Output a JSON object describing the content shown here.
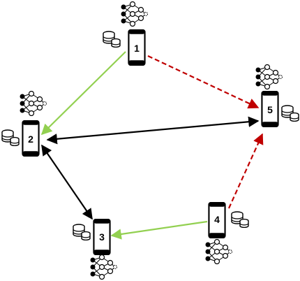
{
  "nodes": [
    {
      "id": "1",
      "label": "1"
    },
    {
      "id": "2",
      "label": "2"
    },
    {
      "id": "3",
      "label": "3"
    },
    {
      "id": "4",
      "label": "4"
    },
    {
      "id": "5",
      "label": "5"
    }
  ],
  "edges": [
    {
      "from": "1",
      "to": "2",
      "style": "solid",
      "color": "#92d050",
      "direction": "forward"
    },
    {
      "from": "1",
      "to": "5",
      "style": "dashed",
      "color": "#c00000",
      "direction": "forward"
    },
    {
      "from": "2",
      "to": "5",
      "style": "solid",
      "color": "#000000",
      "direction": "both"
    },
    {
      "from": "2",
      "to": "3",
      "style": "solid",
      "color": "#000000",
      "direction": "both"
    },
    {
      "from": "4",
      "to": "3",
      "style": "solid",
      "color": "#92d050",
      "direction": "forward"
    },
    {
      "from": "4",
      "to": "5",
      "style": "dashed",
      "color": "#c00000",
      "direction": "forward"
    }
  ],
  "icons": {
    "device": "smartphone-icon",
    "storage": "database-icon",
    "model": "neural-network-icon"
  },
  "colors": {
    "device_fill": "#ffffff",
    "device_stroke": "#000000",
    "green_edge": "#92d050",
    "red_edge": "#c00000",
    "black_edge": "#000000"
  }
}
